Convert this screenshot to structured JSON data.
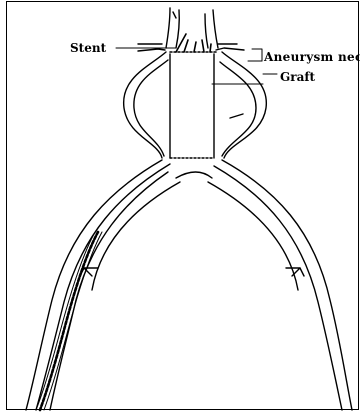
{
  "labels": {
    "stent": "Stent",
    "aneurysm_neck": "Aneurysm neck",
    "graft": "Graft"
  },
  "colors": {
    "line": "#000000",
    "background": "#ffffff"
  }
}
